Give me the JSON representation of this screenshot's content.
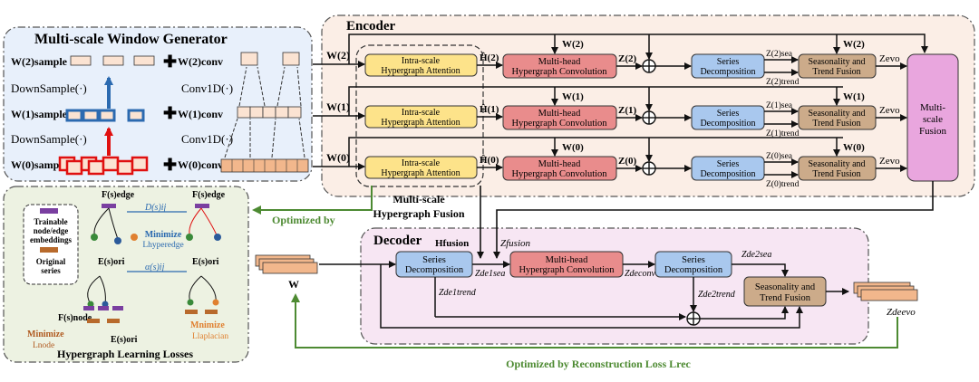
{
  "encoder": {
    "title": "Encoder",
    "rows": [
      {
        "w_in": "W(2)",
        "attention": "Intra-scale Hypergraph Attention",
        "h": "Ĥ(2)",
        "conv": "Multi-head Hypergraph Convolution",
        "z": "Z(2)",
        "decomp": "Series Decomposition",
        "zsea": "Z(2)sea",
        "ztrend": "Z(2)trend",
        "fusion": "Seasonality and Trend Fusion",
        "w_top": "W(2)",
        "w_right": "W(2)",
        "zevo": "Zevo"
      },
      {
        "w_in": "W(1)",
        "attention": "Intra-scale Hypergraph Attention",
        "h": "Ĥ(1)",
        "conv": "Multi-head Hypergraph Convolution",
        "z": "Z(1)",
        "decomp": "Series Decomposition",
        "zsea": "Z(1)sea",
        "ztrend": "Z(1)trend",
        "fusion": "Seasonality and Trend Fusion",
        "w_top": "W(1)",
        "w_right": "W(1)",
        "zevo": "Zevo"
      },
      {
        "w_in": "W(0)",
        "attention": "Intra-scale Hypergraph Attention",
        "h": "Ĥ(0)",
        "conv": "Multi-head Hypergraph Convolution",
        "z": "Z(0)",
        "decomp": "Series Decomposition",
        "zsea": "Z(0)sea",
        "ztrend": "Z(0)trend",
        "fusion": "Seasonality and Trend Fusion",
        "w_top": "W(0)",
        "w_right": "W(0)",
        "zevo": "Zevo"
      }
    ],
    "multiscale_fusion": "Multi-scale Fusion"
  },
  "generator": {
    "title": "Multi-scale Window Generator",
    "w_sample": [
      "W(2)sample",
      "W(1)sample",
      "W(0)sample"
    ],
    "w_conv": [
      "W(2)conv",
      "W(1)conv",
      "W(0)conv"
    ],
    "downsample": "DownSample(·)",
    "conv1d": "Conv1D(·)"
  },
  "hypergraph_fusion": "Multi-scale Hypergraph Fusion",
  "optimized_by": "Optimized by",
  "losses": {
    "title": "Hypergraph Learning Losses",
    "legend": {
      "trainable": "Trainable node/edge embeddings",
      "original": "Original series"
    },
    "f_edge": "F(s)edge",
    "f_node": "F(s)node",
    "e_ori": "E(s)ori",
    "d_ij": "D(s)ij",
    "alpha_ij": "α(s)ij",
    "minimize": "Minimize",
    "mnimize": "Mnimize",
    "l_hyperedge": "Lhyperedge",
    "l_node": "Lnode",
    "l_laplacian": "Llaplacian"
  },
  "decoder": {
    "title": "Decoder",
    "h_fusion": "Hfusion",
    "z_fusion": "Zfusion",
    "w": "W",
    "decomp1": "Series Decomposition",
    "conv": "Multi-head Hypergraph Convolution",
    "decomp2": "Series Decomposition",
    "fusion": "Seasonality and Trend Fusion",
    "zsea1": "Zde1sea",
    "ztrend1": "Zde1trend",
    "zconv": "Zdeconv",
    "zsea2": "Zde2sea",
    "ztrend2": "Zde2trend",
    "zevo": "Zdeevo"
  },
  "reconstruction": "Optimized by Reconstruction Loss Lrec",
  "colors": {
    "attention": "#fde38a",
    "conv": "#e98c8c",
    "decomp": "#a9c8ee",
    "fusion": "#ccab8a",
    "ms_fusion": "#e9a6de",
    "encoder_bg": "#fbeee6",
    "decoder_bg": "#f7e6f3",
    "generator_bg": "#e8f0fb",
    "losses_bg": "#edf2e2",
    "green": "#4d8a32",
    "blue": "#2b6ab0",
    "orange": "#e08030"
  }
}
